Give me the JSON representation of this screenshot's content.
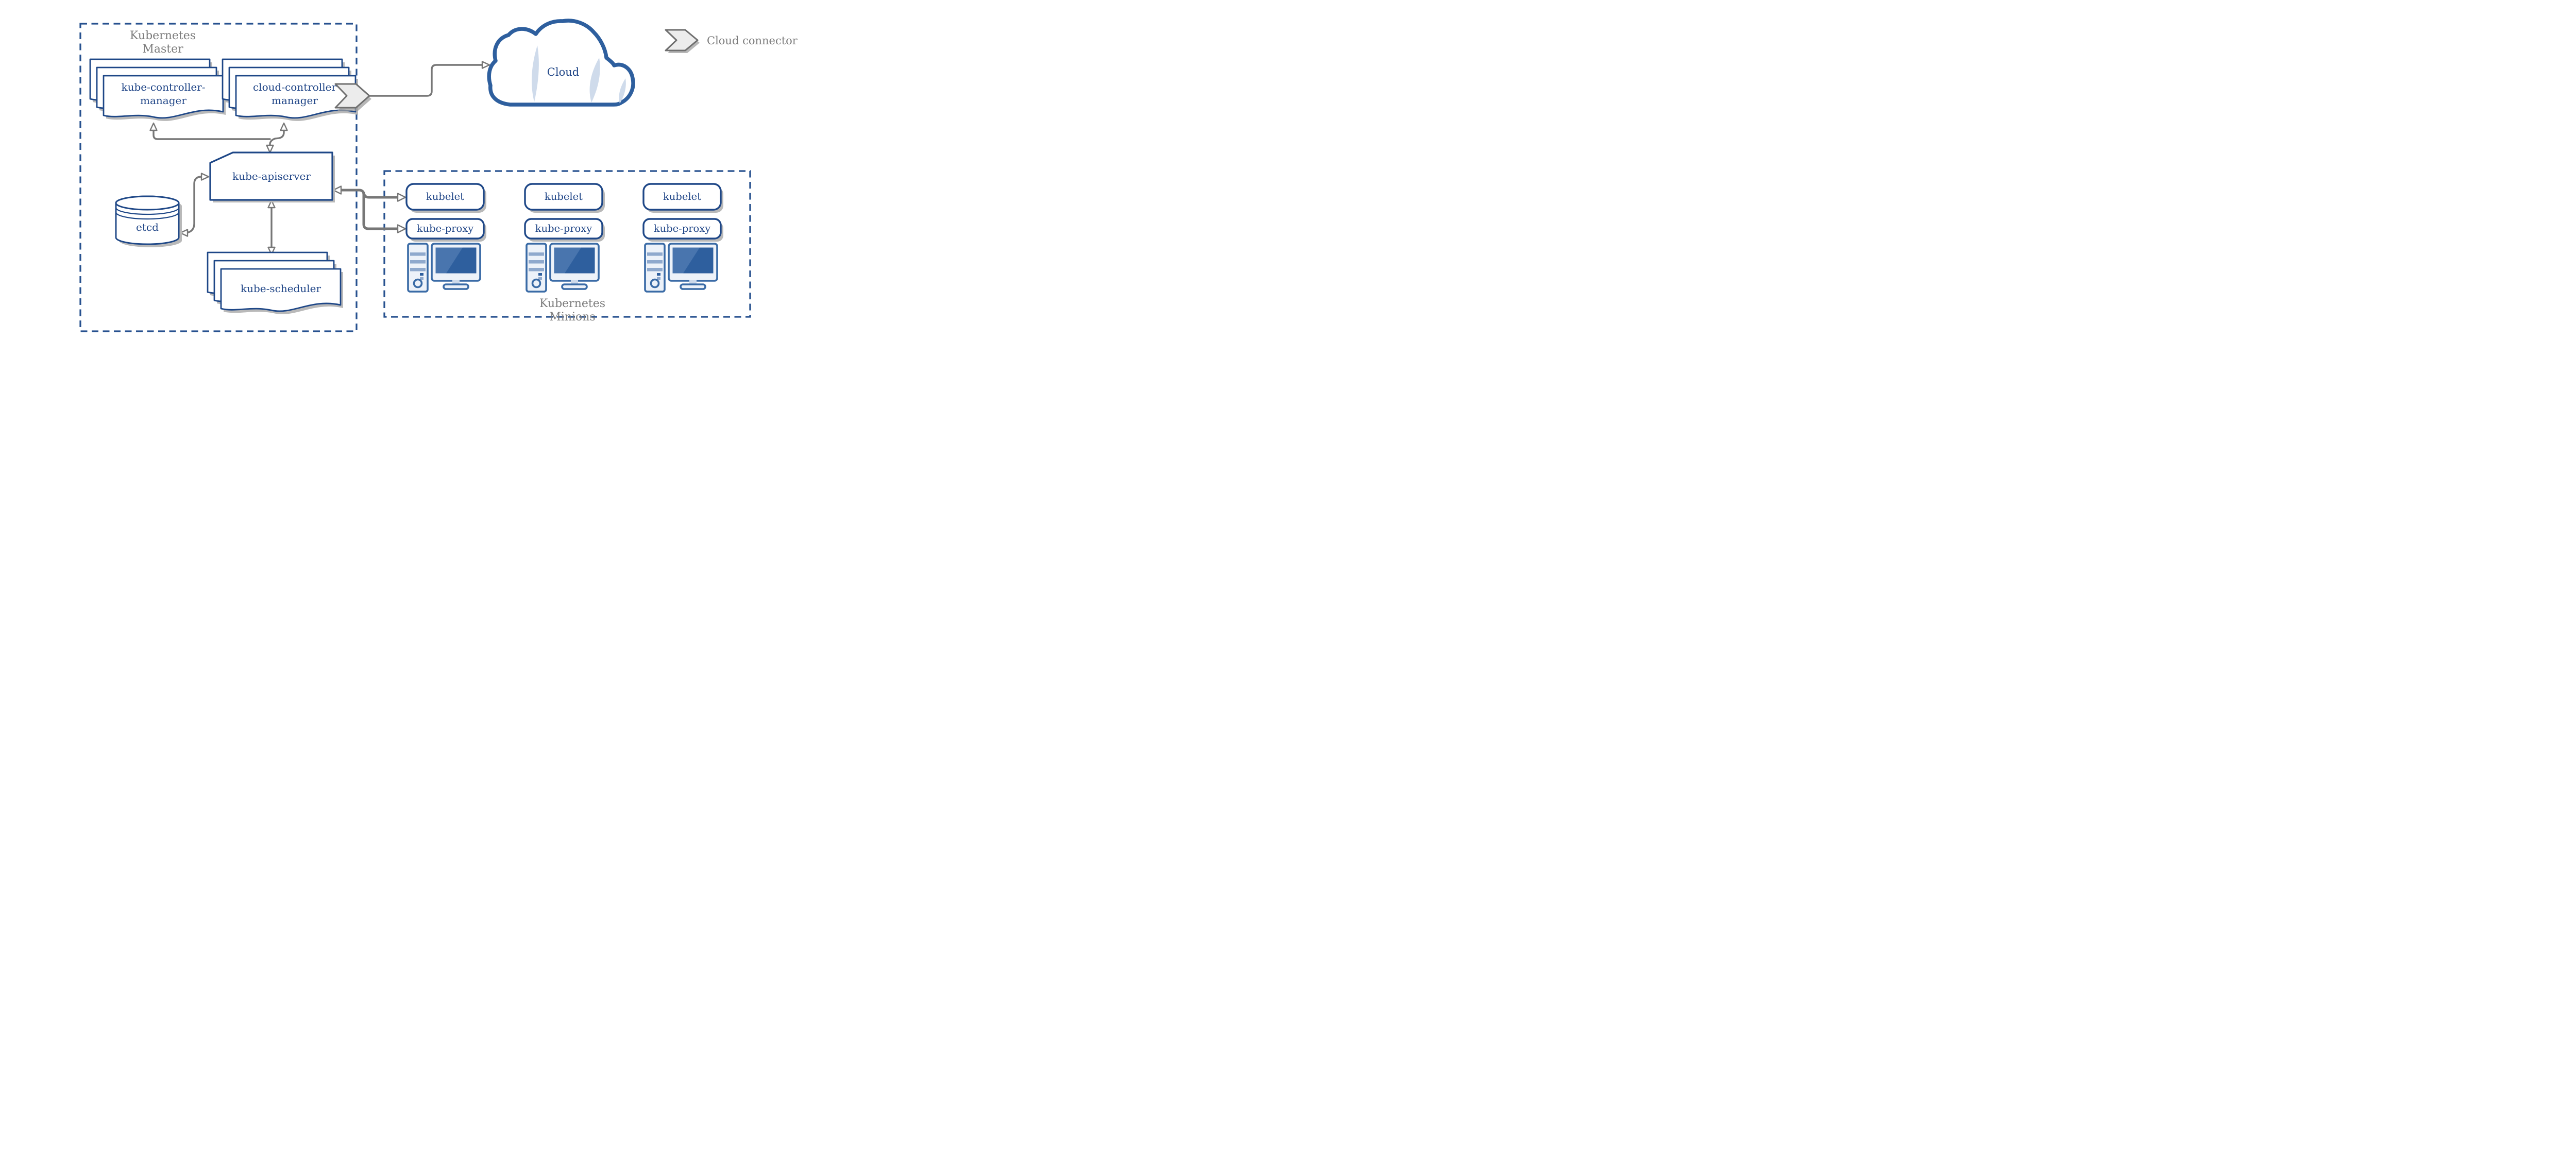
{
  "master": {
    "title_line1": "Kubernetes",
    "title_line2": "Master"
  },
  "nodes": {
    "kube_controller_manager": {
      "line1": "kube-controller-",
      "line2": "manager"
    },
    "cloud_controller_manager": {
      "line1": "cloud-controller",
      "line2": "manager"
    },
    "kube_apiserver": {
      "label": "kube-apiserver"
    },
    "etcd": {
      "label": "etcd"
    },
    "kube_scheduler": {
      "label": "kube-scheduler"
    }
  },
  "cloud": {
    "label": "Cloud"
  },
  "legend": {
    "icon": "cloud-connector-chevron-icon",
    "label": "Cloud connector"
  },
  "minions": {
    "title_line1": "Kubernetes",
    "title_line2": "Minions",
    "columns": [
      {
        "kubelet": "kubelet",
        "kube_proxy": "kube-proxy",
        "icon": "computer-icon"
      },
      {
        "kubelet": "kubelet",
        "kube_proxy": "kube-proxy",
        "icon": "computer-icon"
      },
      {
        "kubelet": "kubelet",
        "kube_proxy": "kube-proxy",
        "icon": "computer-icon"
      }
    ]
  },
  "colors": {
    "diagram_blue": "#1e4787",
    "text_blue": "#1e4486",
    "dash_blue": "#27518f",
    "gray_text": "#7b7b7b",
    "arrow_gray": "#777777",
    "shadow_gray": "#b9b9b9",
    "icon_blue": "#3a6ba6",
    "screen_blue": "#2e5f9e",
    "streak_blue": "#cfdbeb",
    "chevron_fill": "#ececec",
    "chevron_border": "#6f6f6f"
  }
}
